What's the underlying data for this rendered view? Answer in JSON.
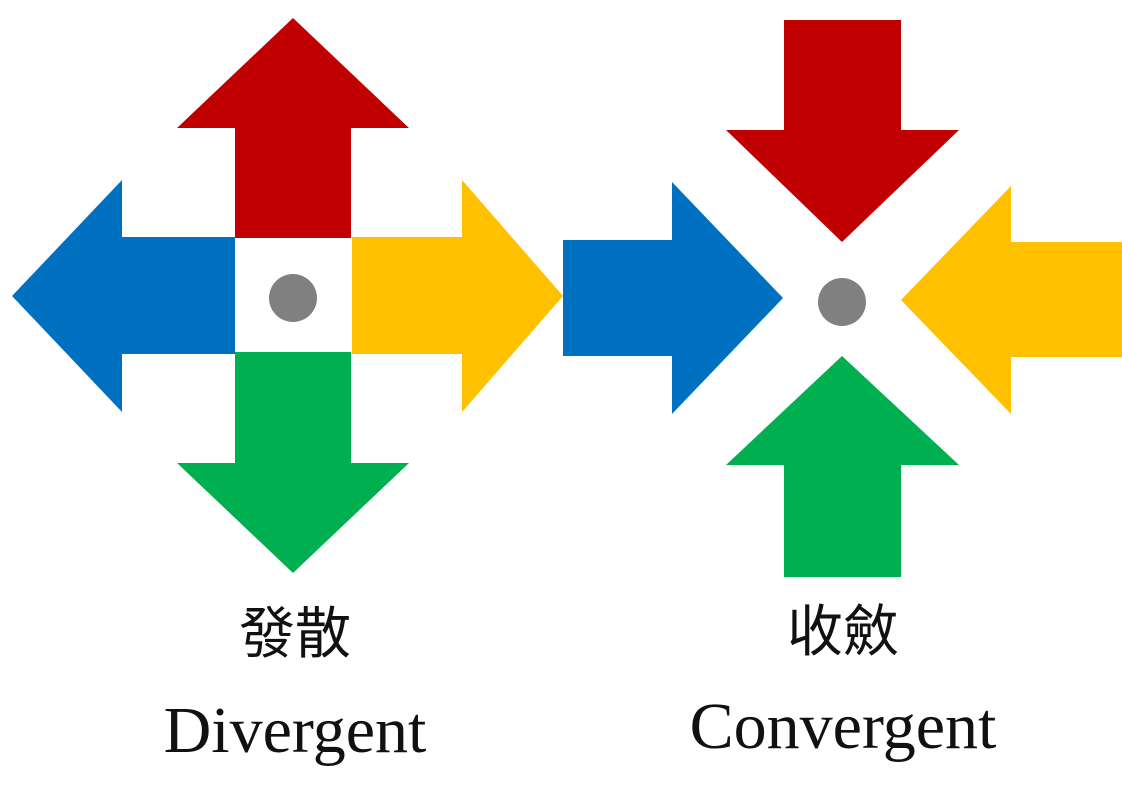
{
  "colors": {
    "red": "#C00000",
    "blue": "#0070C0",
    "yellow": "#FFC000",
    "green": "#00B050",
    "center_dot": "#808080"
  },
  "divergent": {
    "label_zh": "發散",
    "label_en": "Divergent",
    "arrows": [
      {
        "color": "red",
        "direction": "up"
      },
      {
        "color": "blue",
        "direction": "left"
      },
      {
        "color": "yellow",
        "direction": "right"
      },
      {
        "color": "green",
        "direction": "down"
      }
    ]
  },
  "convergent": {
    "label_zh": "收斂",
    "label_en": "Convergent",
    "arrows": [
      {
        "color": "red",
        "direction": "down"
      },
      {
        "color": "blue",
        "direction": "right"
      },
      {
        "color": "yellow",
        "direction": "left"
      },
      {
        "color": "green",
        "direction": "up"
      }
    ]
  }
}
